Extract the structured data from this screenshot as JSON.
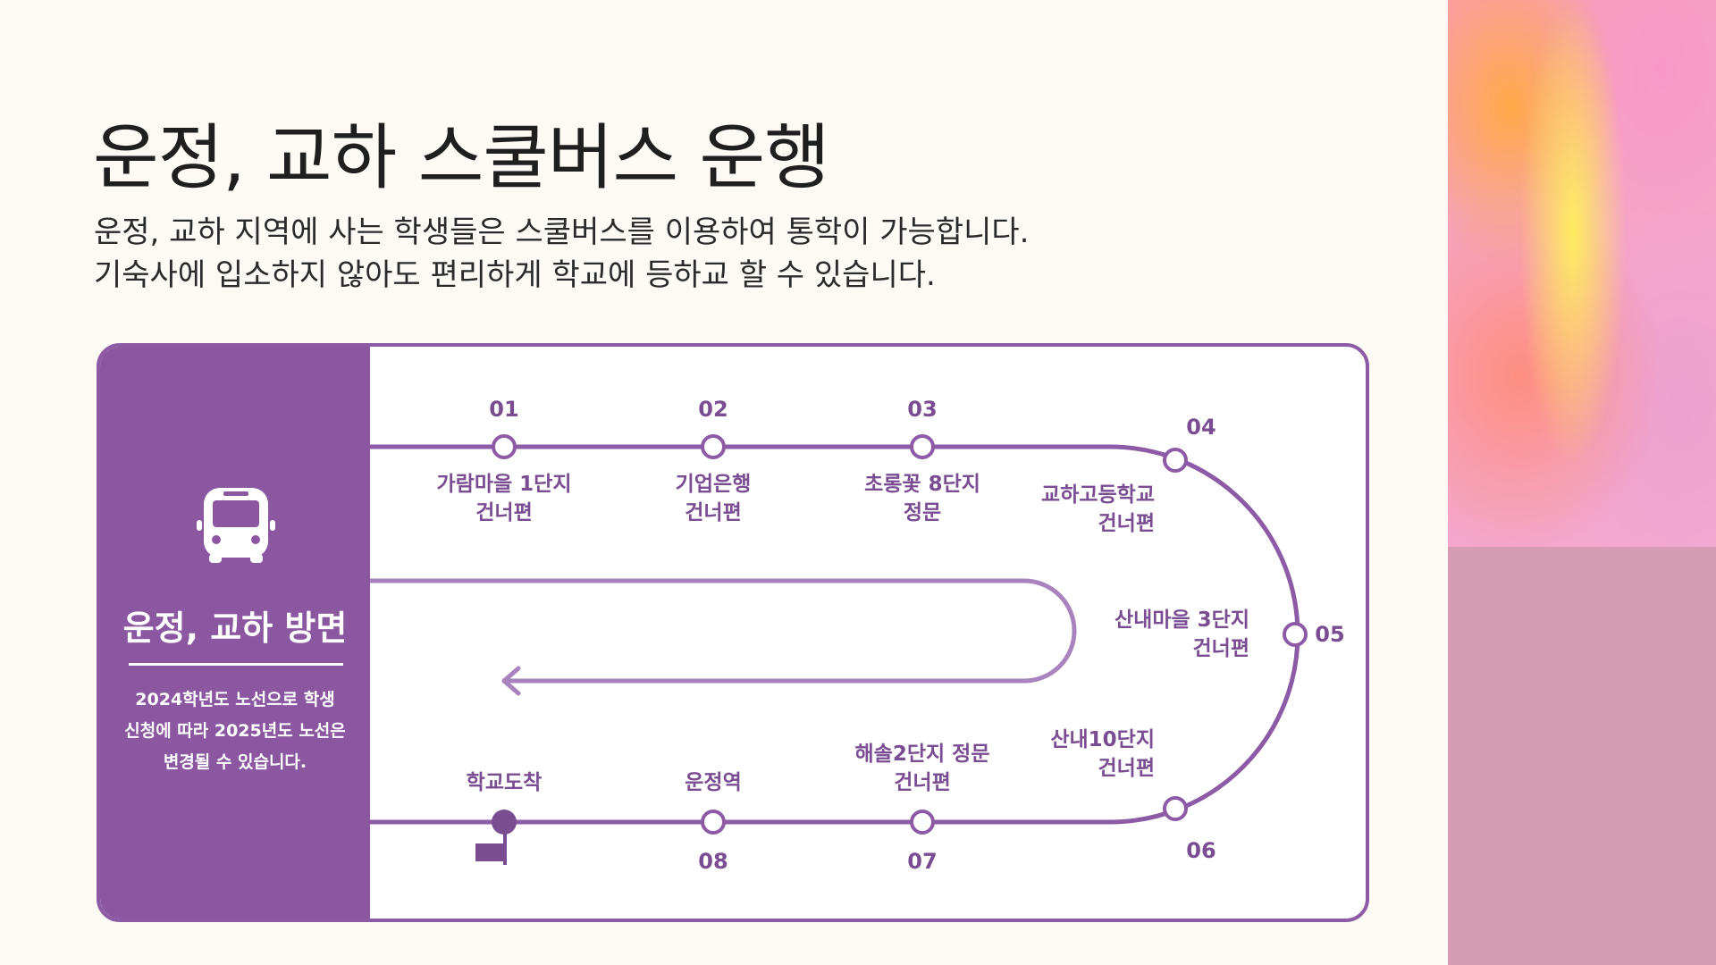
{
  "title": "운정, 교하 스쿨버스 운행",
  "description": {
    "line1": "운정, 교하 지역에 사는 학생들은 스쿨버스를 이용하여 통학이 가능합니다.",
    "line2": "기숙사에 입소하지 않아도 편리하게 학교에 등하교 할 수 있습니다."
  },
  "route_card": {
    "side_title": "운정, 교하 방면",
    "side_note": [
      "2024학년도 노선으로 학생",
      "신청에 따라 2025년도 노선은",
      "변경될 수 있습니다."
    ],
    "bus_icon": "bus-icon",
    "flag_icon": "flag-icon",
    "stops": [
      {
        "num": "01",
        "line1": "가람마을 1단지",
        "line2": "건너편"
      },
      {
        "num": "02",
        "line1": "기업은행",
        "line2": "건너편"
      },
      {
        "num": "03",
        "line1": "초롱꽃 8단지",
        "line2": "정문"
      },
      {
        "num": "04",
        "line1": "교하고등학교",
        "line2": "건너편"
      },
      {
        "num": "05",
        "line1": "산내마을 3단지",
        "line2": "건너편"
      },
      {
        "num": "06",
        "line1": "산내10단지",
        "line2": "건너편"
      },
      {
        "num": "07",
        "line1": "해솔2단지 정문",
        "line2": "건너편"
      },
      {
        "num": "08",
        "line1": "운정역",
        "line2": ""
      },
      {
        "num": "",
        "line1": "학교도착",
        "line2": ""
      }
    ]
  },
  "colors": {
    "accent": "#8a57a0",
    "line": "#8d5aa6",
    "background": "#fdfaf5",
    "panel_bottom": "#d59bb2"
  }
}
